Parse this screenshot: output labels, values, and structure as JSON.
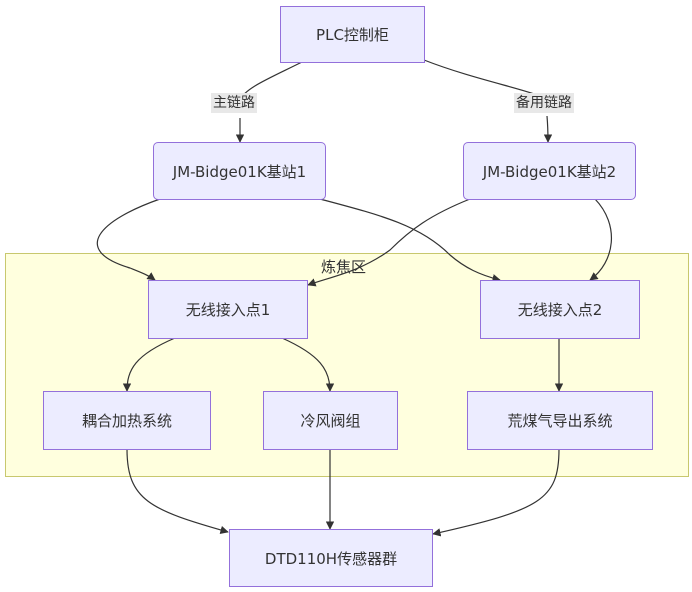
{
  "diagram": {
    "type": "flowchart",
    "subgraph": {
      "title": "炼焦区",
      "fill": "#ffffde",
      "stroke": "#c8c86e"
    },
    "nodes": {
      "plc": "PLC控制柜",
      "jm1": "JM-Bidge01K基站1",
      "jm2": "JM-Bidge01K基站2",
      "ap1": "无线接入点1",
      "ap2": "无线接入点2",
      "heat": "耦合加热系统",
      "cold": "冷风阀组",
      "gas": "荒煤气导出系统",
      "dtd": "DTD110H传感器群"
    },
    "edge_labels": {
      "main": "主链路",
      "backup": "备用链路"
    },
    "edges": [
      {
        "from": "PLC控制柜",
        "to": "JM-Bidge01K基站1",
        "label": "主链路"
      },
      {
        "from": "PLC控制柜",
        "to": "JM-Bidge01K基站2",
        "label": "备用链路"
      },
      {
        "from": "JM-Bidge01K基站1",
        "to": "无线接入点1"
      },
      {
        "from": "JM-Bidge01K基站1",
        "to": "无线接入点2"
      },
      {
        "from": "JM-Bidge01K基站2",
        "to": "无线接入点1"
      },
      {
        "from": "JM-Bidge01K基站2",
        "to": "无线接入点2"
      },
      {
        "from": "无线接入点1",
        "to": "耦合加热系统"
      },
      {
        "from": "无线接入点1",
        "to": "冷风阀组"
      },
      {
        "from": "无线接入点2",
        "to": "荒煤气导出系统"
      },
      {
        "from": "耦合加热系统",
        "to": "DTD110H传感器群"
      },
      {
        "from": "冷风阀组",
        "to": "DTD110H传感器群"
      },
      {
        "from": "荒煤气导出系统",
        "to": "DTD110H传感器群"
      }
    ],
    "colors": {
      "node_fill": "#ECECFF",
      "node_stroke": "#9370DB",
      "edge": "#333333",
      "label_bg": "#e8e8e8"
    }
  }
}
